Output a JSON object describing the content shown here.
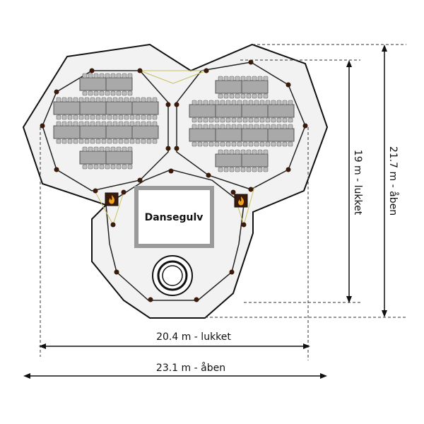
{
  "floor": {
    "dance_floor_label": "Dansegulv"
  },
  "dimensions": {
    "width_closed": "20.4 m - lukket",
    "width_open": "23.1 m - åben",
    "depth_closed": "19 m - lukket",
    "depth_open": "21.7 m - åben"
  },
  "colors": {
    "tent_outline": "#111111",
    "inner_outline": "#222222",
    "floor_fill": "#f2f2f2",
    "table_fill": "#a9a9a9",
    "post_fill": "#3a1a0a",
    "heater_fill": "#f4a21a",
    "yellow_line": "#c8c060"
  },
  "icons": {
    "heater": "fire-icon",
    "stage": "circular-stage"
  }
}
